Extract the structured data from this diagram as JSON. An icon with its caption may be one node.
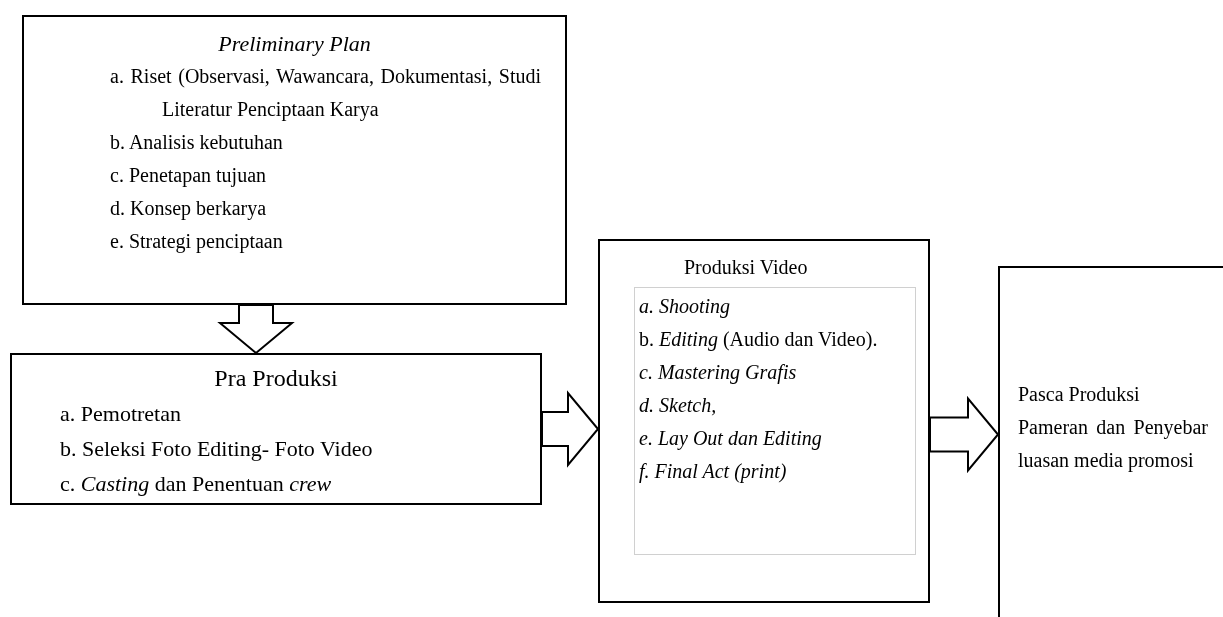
{
  "diagram": {
    "nodes": [
      {
        "text": [
          "*Preliminary Plan*",
          "a. Riset (Observasi, Wawancara, Dokumentasi, Studi Literatur Penciptaan Karya",
          "b. Analisis kebutuhan",
          "c. Penetapan tujuan",
          "d. Konsep berkarya",
          "e. Strategi penciptaan"
        ]
      },
      {
        "text": [
          "Pra Produksi",
          "a. Pemotretan",
          "b. Seleksi Foto Editing- Foto Video",
          "c. *Casting* dan Penentuan *crew*"
        ]
      },
      {
        "text": [
          "Produksi Video"
        ]
      },
      {
        "text": [
          "*a. Shooting*",
          "b. *Editing* (Audio dan Video).",
          "*c. Mastering Grafis*",
          "*d. Sketch,*",
          "*e. Lay Out dan Editing*",
          "*f. Final Act (print)*"
        ],
        "in": 2
      },
      {
        "text": [
          "Pasca Produksi",
          "Pameran dan Penyebar luasan media promosi"
        ]
      }
    ],
    "edges": [
      {
        "from": 0,
        "to": 1,
        "arrow": "to"
      },
      {
        "from": 1,
        "to": 2,
        "arrow": "to"
      },
      {
        "from": 2,
        "to": 4,
        "arrow": "to"
      }
    ]
  }
}
